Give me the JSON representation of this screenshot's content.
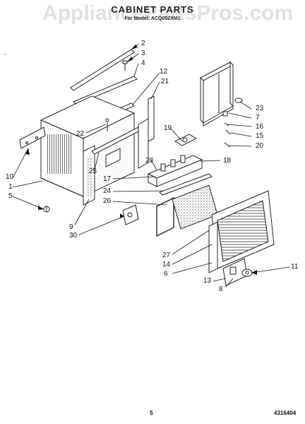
{
  "header": {
    "title": "CABINET PARTS",
    "subtitle": "For Model: ACQ052XM1",
    "watermark": "AppliancePartsPros.com",
    "corner_mark": "-"
  },
  "callouts": [
    "2",
    "3",
    "4",
    "12",
    "21",
    "22",
    "23",
    "7",
    "16",
    "19",
    "15",
    "20",
    "10",
    "1",
    "5",
    "25",
    "28",
    "18",
    "17",
    "24",
    "26",
    "9",
    "30",
    "27",
    "14",
    "6",
    "13",
    "8",
    "11"
  ],
  "footer": {
    "page_number": "5",
    "doc_number": "4316404"
  },
  "colors": {
    "line": "#222222",
    "leader": "#111111"
  }
}
